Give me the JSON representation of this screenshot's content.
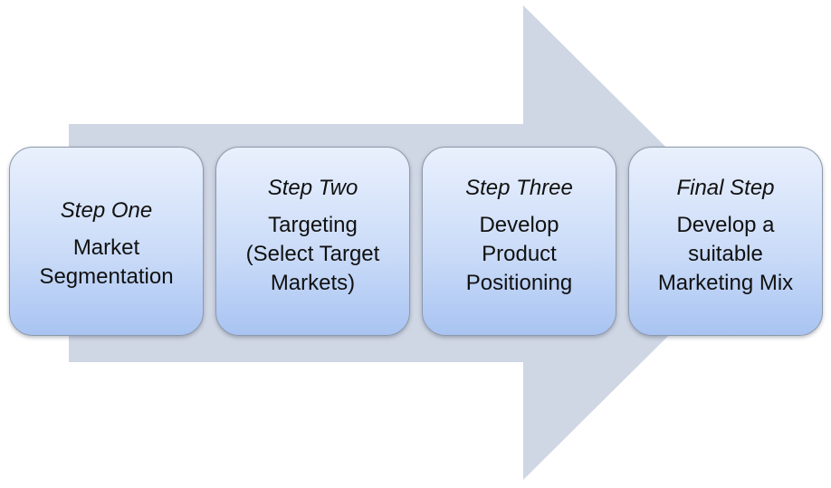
{
  "diagram": {
    "arrow_color": "#cfd6e4",
    "box_border_color": "#8d99aa",
    "steps": [
      {
        "title": "Step One",
        "lines": [
          "Market",
          "Segmentation"
        ]
      },
      {
        "title": "Step Two",
        "lines": [
          "Targeting",
          "(Select Target",
          "Markets)"
        ]
      },
      {
        "title": "Step Three",
        "lines": [
          "Develop",
          "Product",
          "Positioning"
        ]
      },
      {
        "title": "Final Step",
        "lines": [
          "Develop a",
          "suitable",
          "Marketing Mix"
        ]
      }
    ]
  }
}
